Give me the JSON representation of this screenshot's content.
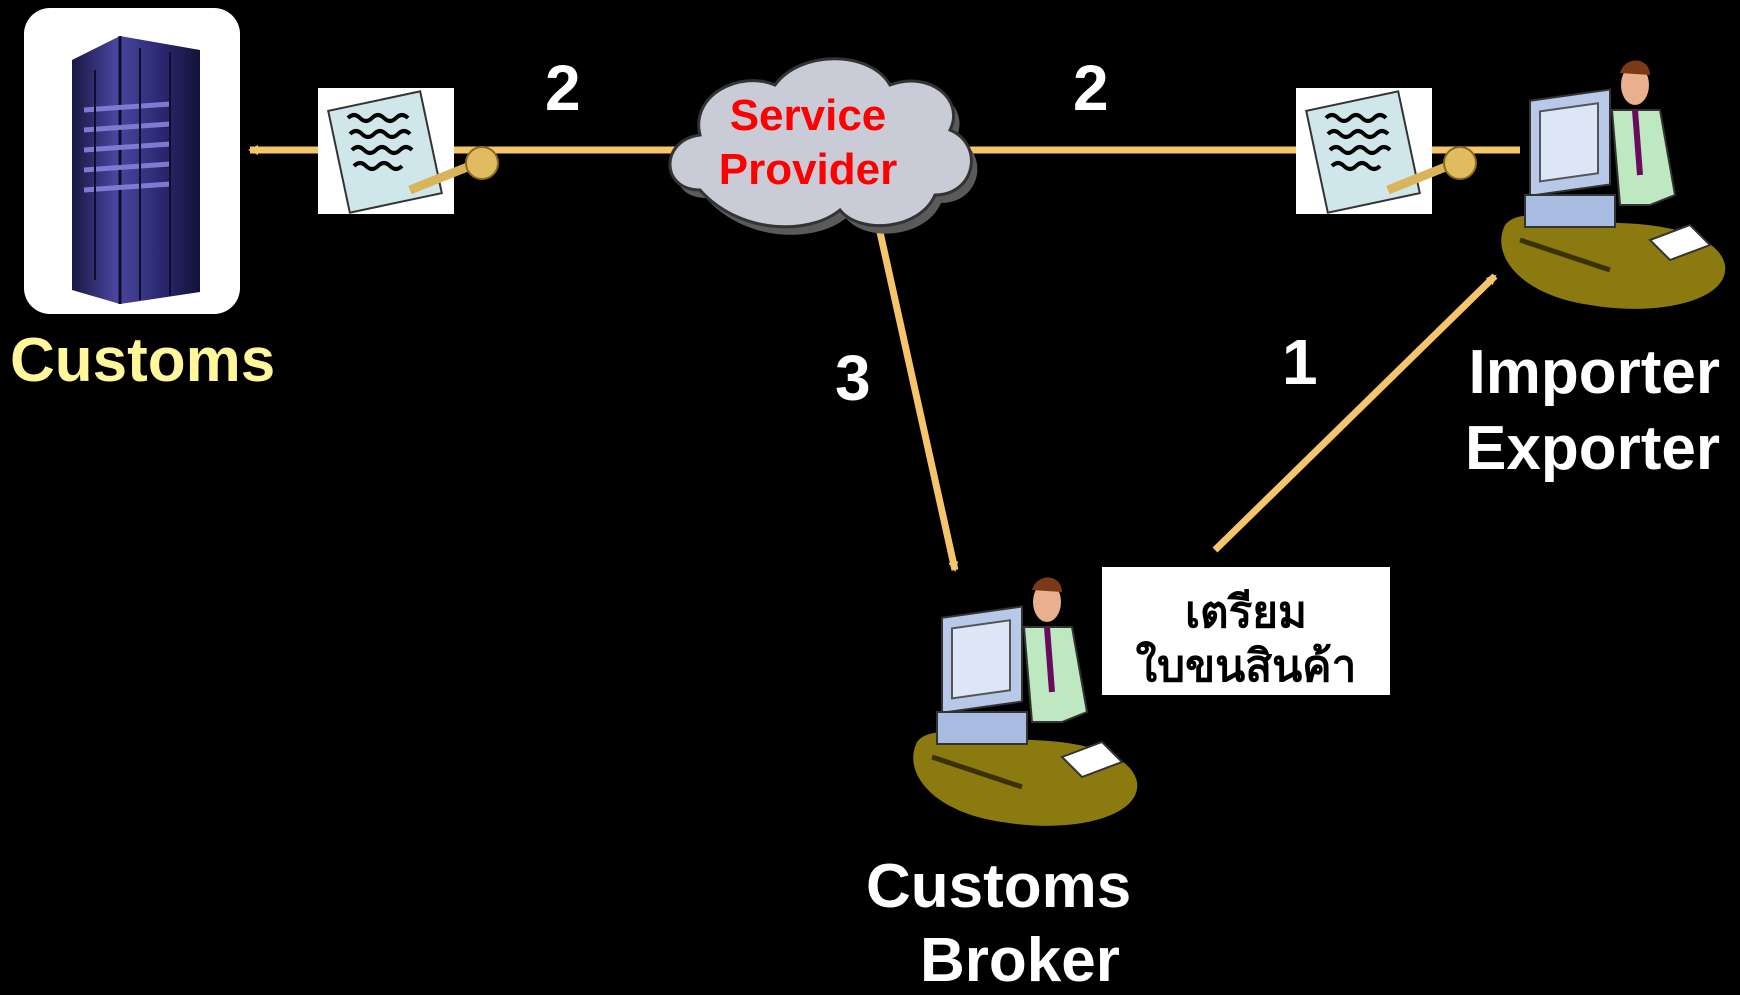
{
  "nodes": {
    "customs": "Customs",
    "service_provider": {
      "line1": "Service",
      "line2": "Provider"
    },
    "importer_exporter": {
      "line1": "Importer",
      "line2": "Exporter"
    },
    "customs_broker": {
      "line1": "Customs",
      "line2": "Broker"
    }
  },
  "steps": {
    "left": "2",
    "right": "2",
    "broker_down": "3",
    "broker_up": "1"
  },
  "note": {
    "line1": "เตรียม",
    "line2": "ใบขนสินค้า"
  },
  "colors": {
    "background": "#000000",
    "arrow": "#f5c56b",
    "customs_label": "#fff79a",
    "service_provider_text": "#ff0000",
    "cloud": "#c9ccd6",
    "server": "#2e2a6e",
    "desk": "#8a7a10"
  },
  "icons": [
    "server-icon",
    "cloud-icon",
    "signed-document-key-icon",
    "person-at-computer-icon"
  ]
}
